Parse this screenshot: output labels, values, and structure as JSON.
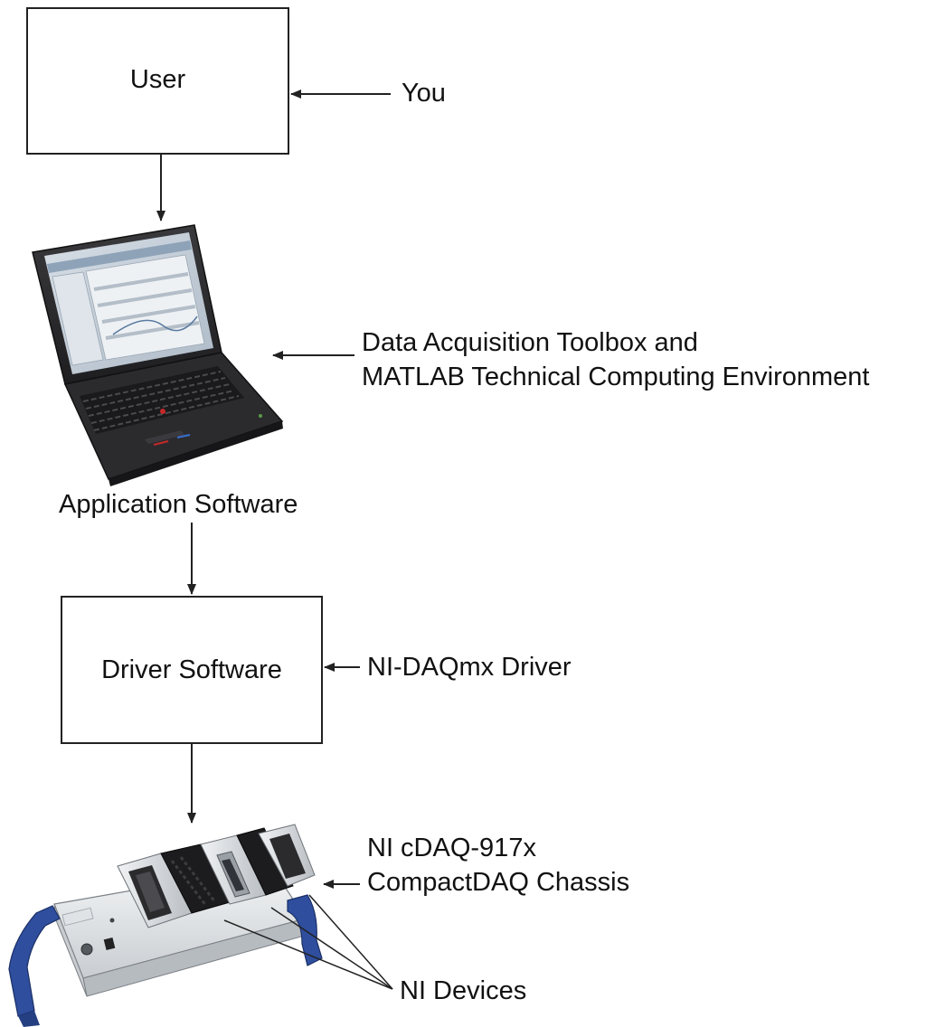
{
  "boxes": {
    "user": "User",
    "driver": "Driver Software"
  },
  "labels": {
    "you": "You",
    "toolbox_line1": "Data Acquisition Toolbox and",
    "toolbox_line2": "MATLAB Technical Computing Environment",
    "application_software": "Application Software",
    "daqmx_driver": "NI-DAQmx Driver",
    "chassis_line1": "NI cDAQ-917x",
    "chassis_line2": "CompactDAQ Chassis",
    "ni_devices": "NI Devices"
  },
  "illustrations": {
    "laptop": "laptop-illustration",
    "chassis": "compactdaq-chassis-illustration"
  },
  "colors": {
    "stroke": "#222222",
    "laptop_body": "#2a2a2c",
    "screen_bg": "#c9d3dd",
    "chassis_white": "#e9ecee",
    "chassis_blue": "#2f4e9e",
    "module_silver": "#d7dadd",
    "module_black": "#1c1c1e",
    "trackpoint_red": "#c62828"
  }
}
